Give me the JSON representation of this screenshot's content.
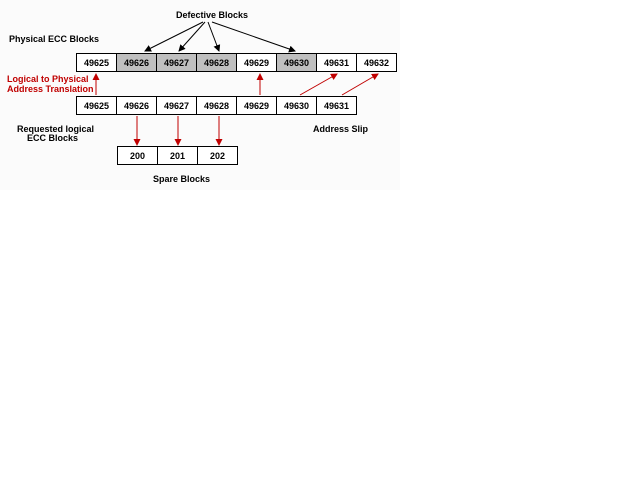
{
  "labels": {
    "defective_blocks": "Defective Blocks",
    "physical_ecc_blocks": "Physical ECC Blocks",
    "translation_line1": "Logical to Physical",
    "translation_line2": "Address Translation",
    "requested_line1": "Requested logical",
    "requested_line2": "ECC Blocks",
    "address_slip": "Address Slip",
    "spare_blocks": "Spare Blocks"
  },
  "physical_row": [
    {
      "value": "49625",
      "defective": false
    },
    {
      "value": "49626",
      "defective": true
    },
    {
      "value": "49627",
      "defective": true
    },
    {
      "value": "49628",
      "defective": true
    },
    {
      "value": "49629",
      "defective": false
    },
    {
      "value": "49630",
      "defective": true
    },
    {
      "value": "49631",
      "defective": false
    },
    {
      "value": "49632",
      "defective": false
    }
  ],
  "logical_row": [
    "49625",
    "49626",
    "49627",
    "49628",
    "49629",
    "49630",
    "49631"
  ],
  "spare_row": [
    "200",
    "201",
    "202"
  ],
  "colors": {
    "defective_fill": "#bfbfbf",
    "translation_text": "#c00000",
    "red_arrow": "#c00000",
    "black_arrow": "#000000",
    "cell_border": "#000000"
  }
}
